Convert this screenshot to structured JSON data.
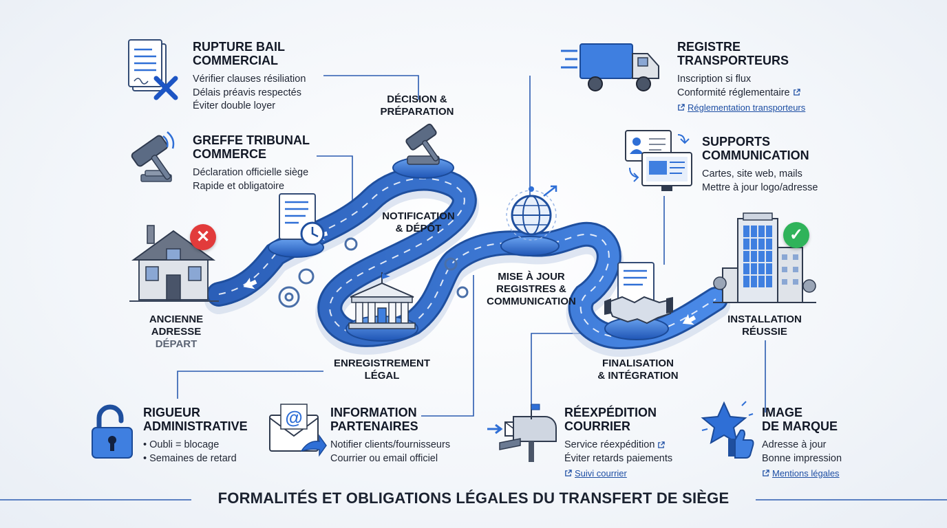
{
  "stages": {
    "depart": [
      "ANCIENNE",
      "ADRESSE"
    ],
    "depart_sub": "DÉPART",
    "decision": [
      "DÉCISION &",
      "PRÉPARATION"
    ],
    "notification": [
      "NOTIFICATION",
      "& DÉPÔT"
    ],
    "enregistrement": [
      "ENREGISTREMENT",
      "LÉGAL"
    ],
    "mise_a_jour": [
      "MISE À JOUR",
      "REGISTRES &",
      "COMMUNICATION"
    ],
    "finalisation": [
      "FINALISATION",
      "& INTÉGRATION"
    ],
    "installation": [
      "INSTALLATION",
      "RÉUSSIE"
    ]
  },
  "blocks": {
    "rupture": {
      "title": [
        "RUPTURE BAIL",
        "COMMERCIAL"
      ],
      "lines": [
        "Vérifier clauses résiliation",
        "Délais préavis respectés",
        "Éviter double loyer"
      ]
    },
    "greffe": {
      "title": [
        "GREFFE TRIBUNAL",
        "COMMERCE"
      ],
      "lines": [
        "Déclaration officielle siège",
        "Rapide et obligatoire"
      ]
    },
    "rigueur": {
      "title": [
        "RIGUEUR",
        "ADMINISTRATIVE"
      ],
      "lines": [
        "• Oubli = blocage",
        "• Semaines de retard"
      ]
    },
    "information": {
      "title": [
        "INFORMATION",
        "PARTENAIRES"
      ],
      "lines": [
        "Notifier clients/fournisseurs",
        "Courrier ou email officiel"
      ]
    },
    "registre": {
      "title": [
        "REGISTRE",
        "TRANSPORTEURS"
      ],
      "lines": [
        "Inscription si flux",
        "Conformité réglementaire"
      ],
      "link": "Réglementation transporteurs"
    },
    "supports": {
      "title": [
        "SUPPORTS",
        "COMMUNICATION"
      ],
      "lines": [
        "Cartes, site web, mails",
        "Mettre à jour logo/adresse"
      ]
    },
    "reexpedition": {
      "title": [
        "RÉEXPÉDITION",
        "COURRIER"
      ],
      "lines": [
        "Service réexpédition",
        "Éviter retards paiements"
      ],
      "link": "Suivi courrier"
    },
    "image": {
      "title": [
        "IMAGE",
        "DE MARQUE"
      ],
      "lines": [
        "Adresse à jour",
        "Bonne impression"
      ],
      "link": "Mentions légales"
    }
  },
  "footer_title": "FORMALITÉS ET OBLIGATIONS LÉGALES DU TRANSFERT DE SIÈGE",
  "colors": {
    "accent": "#2f6fd6",
    "accent_dark": "#1d4ea3",
    "road": "#3f7fe0",
    "danger": "#e23b3b",
    "success": "#2fb35a"
  },
  "icons": [
    "document-cross-icon",
    "gavel-icon",
    "house-icon",
    "document-clock-icon",
    "courthouse-icon",
    "globe-icon",
    "handshake-icon",
    "building-icon",
    "truck-icon",
    "monitor-profile-icon",
    "padlock-icon",
    "email-icon",
    "mailbox-icon",
    "star-thumbs-up-icon",
    "external-link-icon"
  ]
}
